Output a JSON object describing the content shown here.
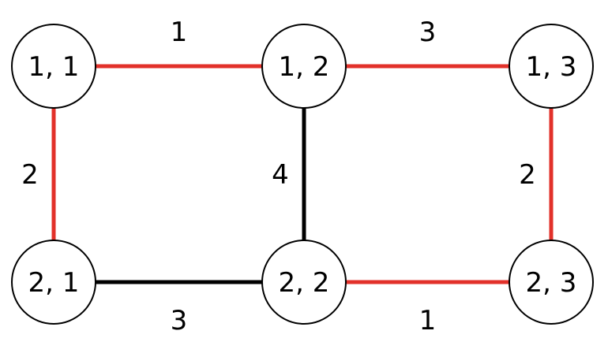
{
  "colors": {
    "selected": "#e2312a",
    "unselected": "#000000",
    "node_fill": "#ffffff"
  },
  "nodes": [
    {
      "id": "n11",
      "label": "1, 1",
      "row": 1,
      "col": 1
    },
    {
      "id": "n12",
      "label": "1, 2",
      "row": 1,
      "col": 2
    },
    {
      "id": "n13",
      "label": "1, 3",
      "row": 1,
      "col": 3
    },
    {
      "id": "n21",
      "label": "2, 1",
      "row": 2,
      "col": 1
    },
    {
      "id": "n22",
      "label": "2, 2",
      "row": 2,
      "col": 2
    },
    {
      "id": "n23",
      "label": "2, 3",
      "row": 2,
      "col": 3
    }
  ],
  "edges": [
    {
      "from": "n11",
      "to": "n12",
      "weight": "1",
      "selected": true
    },
    {
      "from": "n12",
      "to": "n13",
      "weight": "3",
      "selected": true
    },
    {
      "from": "n11",
      "to": "n21",
      "weight": "2",
      "selected": true
    },
    {
      "from": "n12",
      "to": "n22",
      "weight": "4",
      "selected": false
    },
    {
      "from": "n13",
      "to": "n23",
      "weight": "2",
      "selected": true
    },
    {
      "from": "n21",
      "to": "n22",
      "weight": "3",
      "selected": false
    },
    {
      "from": "n22",
      "to": "n23",
      "weight": "1",
      "selected": true
    }
  ]
}
